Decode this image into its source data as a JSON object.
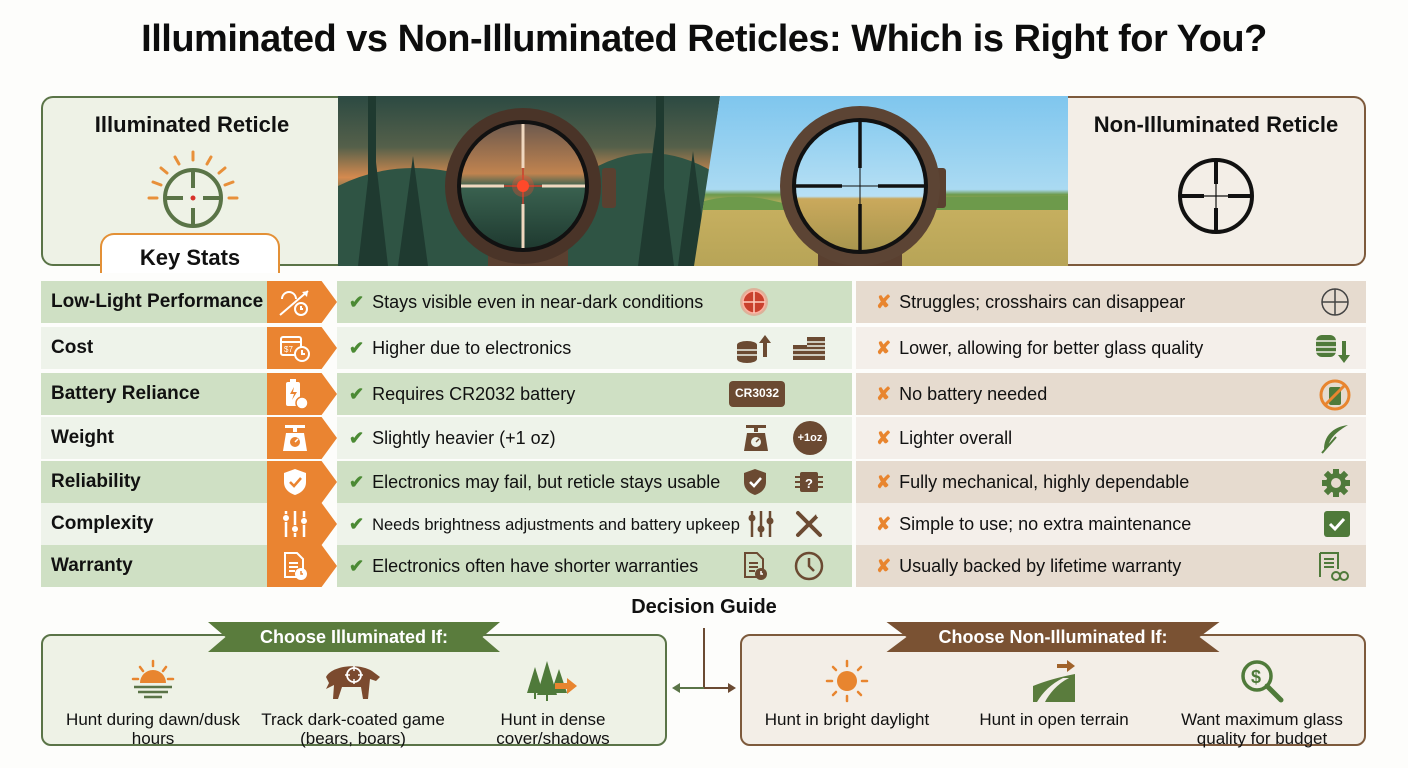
{
  "title": "Illuminated vs Non-Illuminated Reticles: Which is Right for You?",
  "left_panel": {
    "heading": "Illuminated Reticle",
    "icon": "illuminated-reticle-icon",
    "tab": "Key Stats",
    "accent": "#5a7447"
  },
  "right_panel": {
    "heading": "Non-Illuminated Reticle",
    "icon": "crosshair-reticle-icon",
    "accent": "#7d5a3c"
  },
  "scenes": {
    "left": "dusk forest scope view with red illuminated dot",
    "right": "daylight field scope view with black crosshair"
  },
  "rows": [
    {
      "label": "Low-Light Performance",
      "tag_icon": "sun-dusk-icon",
      "pro": "Stays visible even in near-dark conditions",
      "pro_icons": [
        "glowing-reticle-icon"
      ],
      "con": "Struggles; crosshairs can disappear",
      "con_icon": "fading-reticle-icon"
    },
    {
      "label": "Cost",
      "tag_icon": "calendar-cost-icon",
      "pro": "Higher due to electronics",
      "pro_icons": [
        "coins-up-icon",
        "coin-stack-icon"
      ],
      "con": "Lower, allowing for better glass quality",
      "con_icon": "coins-down-icon"
    },
    {
      "label": "Battery Reliance",
      "tag_icon": "battery-icon",
      "pro": "Requires CR2032 battery",
      "pro_badge": "CR3032",
      "pro_icons": [
        "battery-label-icon"
      ],
      "con": "No battery needed",
      "con_icon": "no-battery-icon"
    },
    {
      "label": "Weight",
      "tag_icon": "scale-icon",
      "pro": "Slightly heavier (+1 oz)",
      "pro_badge": "+1oz",
      "pro_icons": [
        "scale-icon",
        "plus-ounce-icon"
      ],
      "con": "Lighter overall",
      "con_icon": "feather-icon"
    },
    {
      "label": "Reliability",
      "tag_icon": "shield-check-icon",
      "pro": "Electronics may fail, but reticle stays usable",
      "pro_icons": [
        "shield-check-icon",
        "chip-question-icon"
      ],
      "con": "Fully mechanical, highly dependable",
      "con_icon": "gear-icon"
    },
    {
      "label": "Complexity",
      "tag_icon": "sliders-icon",
      "pro": "Needs brightness adjustments and battery upkeep",
      "pro_icons": [
        "sliders-icon",
        "wrench-screwdriver-icon"
      ],
      "con": "Simple to use; no extra maintenance",
      "con_icon": "checkbox-icon"
    },
    {
      "label": "Warranty",
      "tag_icon": "document-clock-icon",
      "pro": "Electronics often have shorter warranties",
      "pro_icons": [
        "document-clock-icon",
        "clock-icon"
      ],
      "con": "Usually backed by lifetime warranty",
      "con_icon": "document-infinity-icon"
    }
  ],
  "decision_guide": {
    "title": "Decision Guide",
    "illuminated": {
      "ribbon": "Choose Illuminated If:",
      "options": [
        {
          "icon": "sunset-icon",
          "text": "Hunt during dawn/dusk hours"
        },
        {
          "icon": "boar-target-icon",
          "text": "Track dark-coated game (bears, boars)"
        },
        {
          "icon": "forest-arrow-icon",
          "text": "Hunt in dense cover/shadows"
        }
      ]
    },
    "non_illuminated": {
      "ribbon": "Choose Non-Illuminated If:",
      "options": [
        {
          "icon": "sun-icon",
          "text": "Hunt in bright daylight"
        },
        {
          "icon": "open-terrain-icon",
          "text": "Hunt in open terrain"
        },
        {
          "icon": "dollar-magnifier-icon",
          "text": "Want maximum glass quality for budget"
        }
      ]
    }
  },
  "colors": {
    "orange": "#ea8431",
    "green": "#5a7c3d",
    "brown": "#7a5233",
    "check": "#4b8a34"
  }
}
